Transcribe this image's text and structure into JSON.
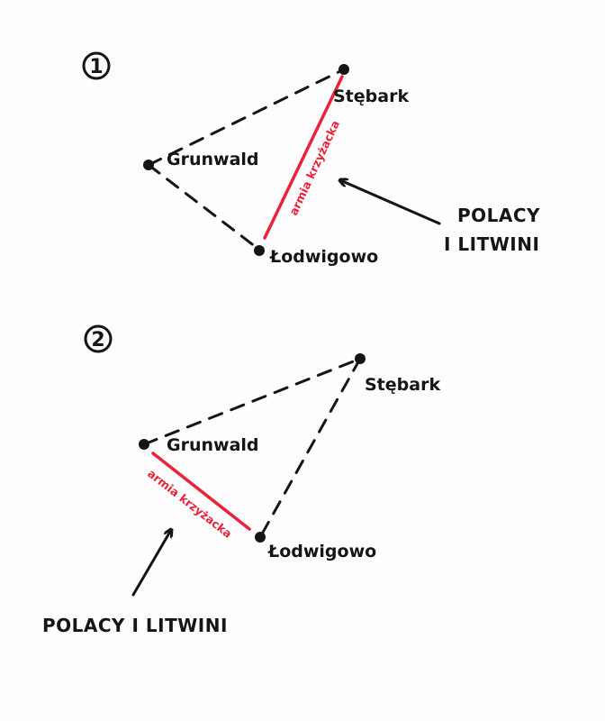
{
  "diagram1": {
    "number": "1",
    "places": {
      "stebark": "Stębark",
      "grunwald": "Grunwald",
      "lodwigowo": "Łodwigowo"
    },
    "army_label": "armia krzyżacka",
    "annotation": [
      "POLACY",
      "I LITWINI"
    ]
  },
  "diagram2": {
    "number": "2",
    "places": {
      "stebark": "Stębark",
      "grunwald": "Grunwald",
      "lodwigowo": "Łodwigowo"
    },
    "army_label": "armia krzyżacka",
    "annotation": [
      "POLACY I LITWINI"
    ]
  },
  "colors": {
    "ink": "#151515",
    "army": "#e8233b"
  }
}
